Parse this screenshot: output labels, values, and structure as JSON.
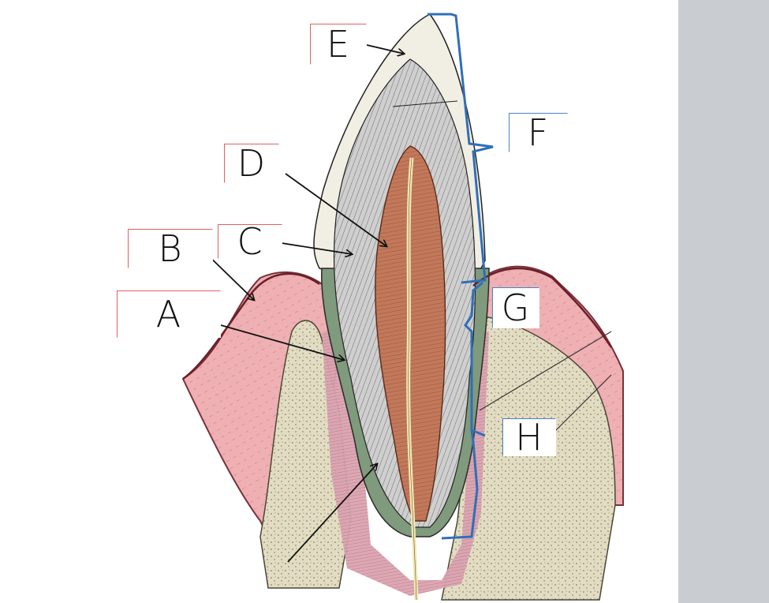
{
  "labels": {
    "A": "A",
    "B": "B",
    "C": "C",
    "D": "D",
    "E": "E",
    "F": "F",
    "G": "G",
    "H": "H"
  },
  "colors": {
    "enamel": "#f1efe4",
    "dentin": "#c9c9c9",
    "pulp": "#c0785a",
    "cementum": "#7f9a7c",
    "gingiva": "#ec9aa2",
    "bone": "#ddd8bd",
    "ligament": "#d99aa9",
    "bracket": "#2f6fb8",
    "label_border_red": "#e06060",
    "label_border_blue": "#4a84c4",
    "sidebar": "#c9cdd2"
  }
}
